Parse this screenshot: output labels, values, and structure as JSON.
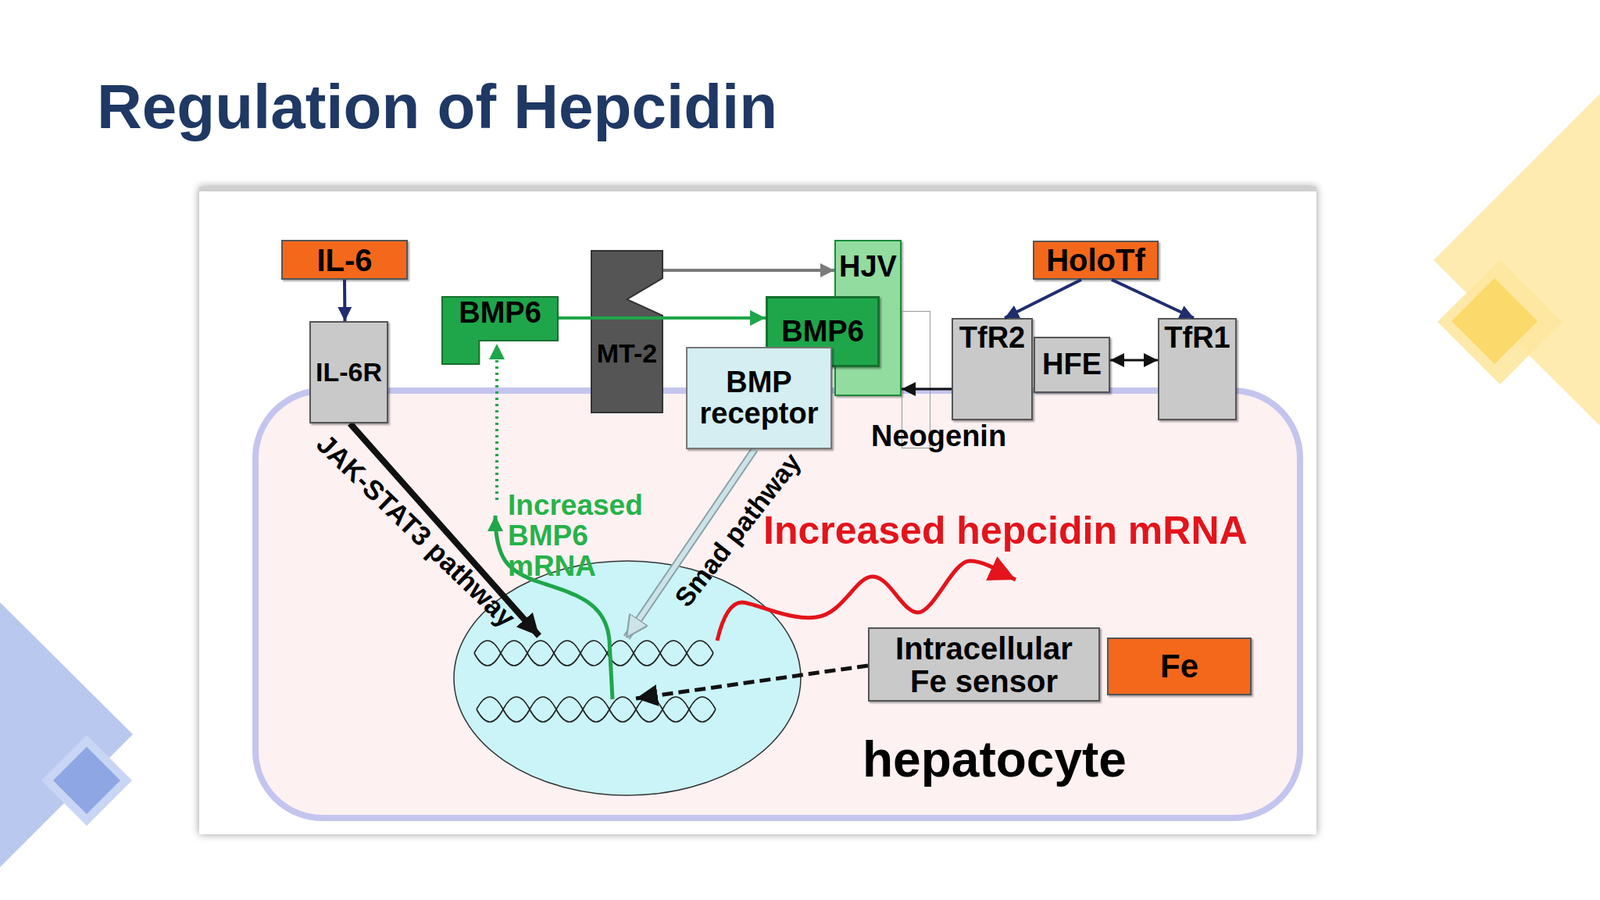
{
  "diagram": {
    "title": "Regulation of Hepcidin",
    "nodes": [
      {
        "text": [
          "hepatocyte"
        ]
      },
      {
        "text": [
          "IL-6"
        ]
      },
      {
        "text": [
          "BMP6"
        ]
      },
      {
        "text": [
          "MT-2"
        ]
      },
      {
        "text": [
          "HJV"
        ]
      },
      {
        "text": [
          "BMP6"
        ]
      },
      {
        "text": [
          "HoloTf"
        ]
      },
      {
        "text": [
          "IL-6R"
        ]
      },
      {
        "text": [
          "BMP receptor"
        ]
      },
      {
        "text": [
          "Neogenin"
        ]
      },
      {
        "text": [
          "TfR2"
        ]
      },
      {
        "text": [
          "HFE"
        ]
      },
      {
        "text": [
          "TfR1"
        ]
      },
      {
        "text": [
          "Intracellular Fe sensor"
        ],
        "in": 0
      },
      {
        "text": [
          "Fe"
        ],
        "in": 0
      }
    ],
    "edges": [
      {
        "from": 1,
        "to": 7,
        "arrow": "to"
      },
      {
        "from": 3,
        "to": 4,
        "arrow": "to"
      },
      {
        "from": 2,
        "to": 5,
        "arrow": "to"
      },
      {
        "from": 6,
        "to": 10,
        "arrow": "to"
      },
      {
        "from": 6,
        "to": 12,
        "arrow": "to"
      },
      {
        "from": 11,
        "to": 12,
        "arrow": "both"
      },
      {
        "from": 10,
        "to": 4,
        "arrow": "to"
      }
    ],
    "labels": [
      "JAK-STAT3 pathway",
      "Increased BMP6 mRNA",
      "Smad pathway",
      "Increased hepcidin mRNA"
    ]
  }
}
